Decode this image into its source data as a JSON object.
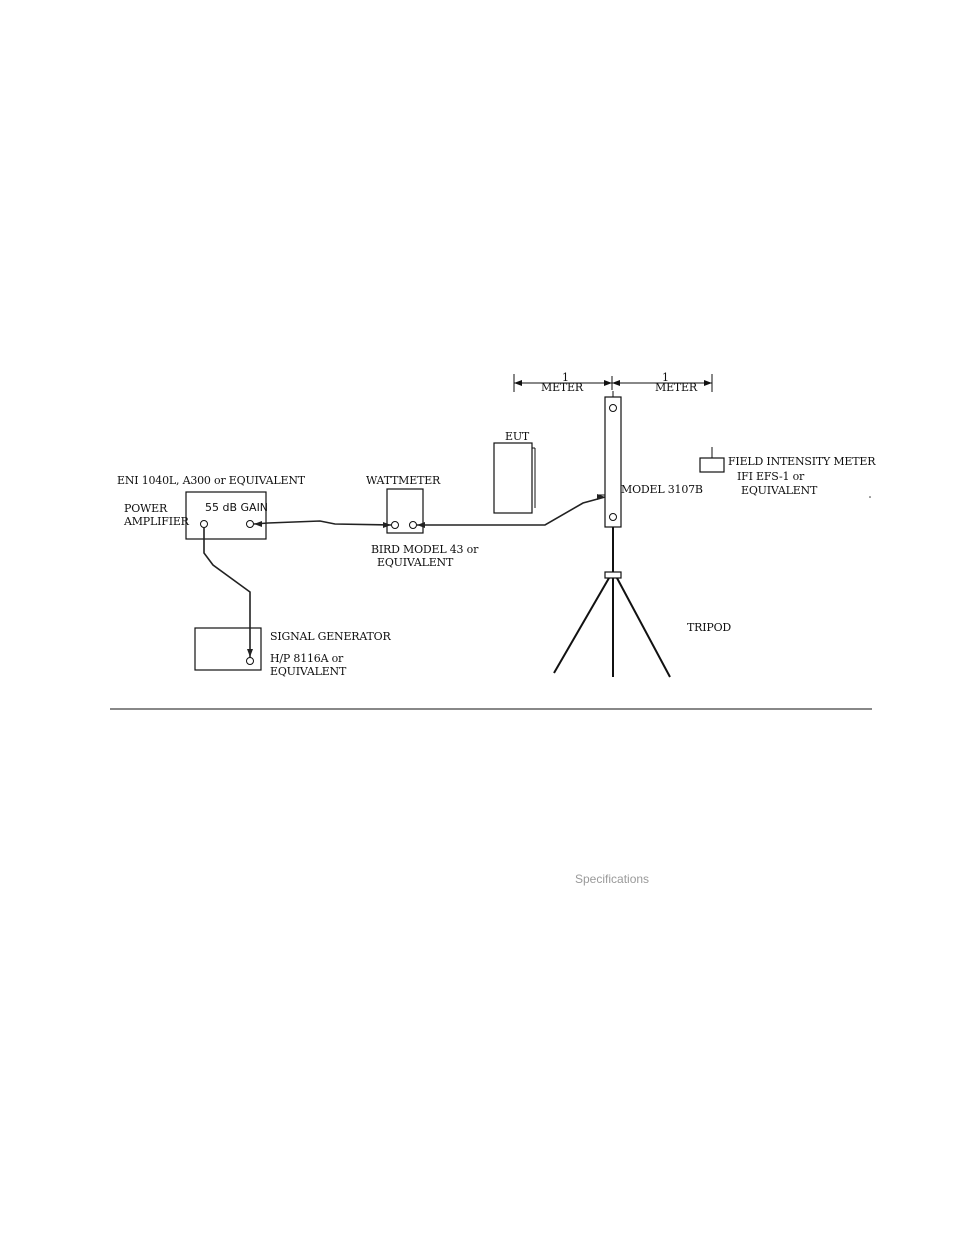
{
  "labels": {
    "meter_left_num": "1",
    "meter_left_unit": "METER",
    "meter_right_num": "1",
    "meter_right_unit": "METER",
    "eut": "EUT",
    "amp_model": "ENI 1040L, A300 or EQUIVALENT",
    "amp_name_1": "POWER",
    "amp_name_2": "AMPLIFIER",
    "amp_gain": "55 dB GAIN",
    "wattmeter": "WATTMETER",
    "bird_1": "BIRD MODEL 43 or",
    "bird_2": "EQUIVALENT",
    "antenna": "MODEL 3107B",
    "fim_1": "FIELD INTENSITY METER",
    "fim_2": "IFI EFS-1  or",
    "fim_3": "EQUIVALENT",
    "siggen_1": "SIGNAL GENERATOR",
    "siggen_2": "H/P 8116A or",
    "siggen_3": "EQUIVALENT",
    "tripod": "TRIPOD"
  },
  "footer": {
    "text": "Specifications"
  }
}
